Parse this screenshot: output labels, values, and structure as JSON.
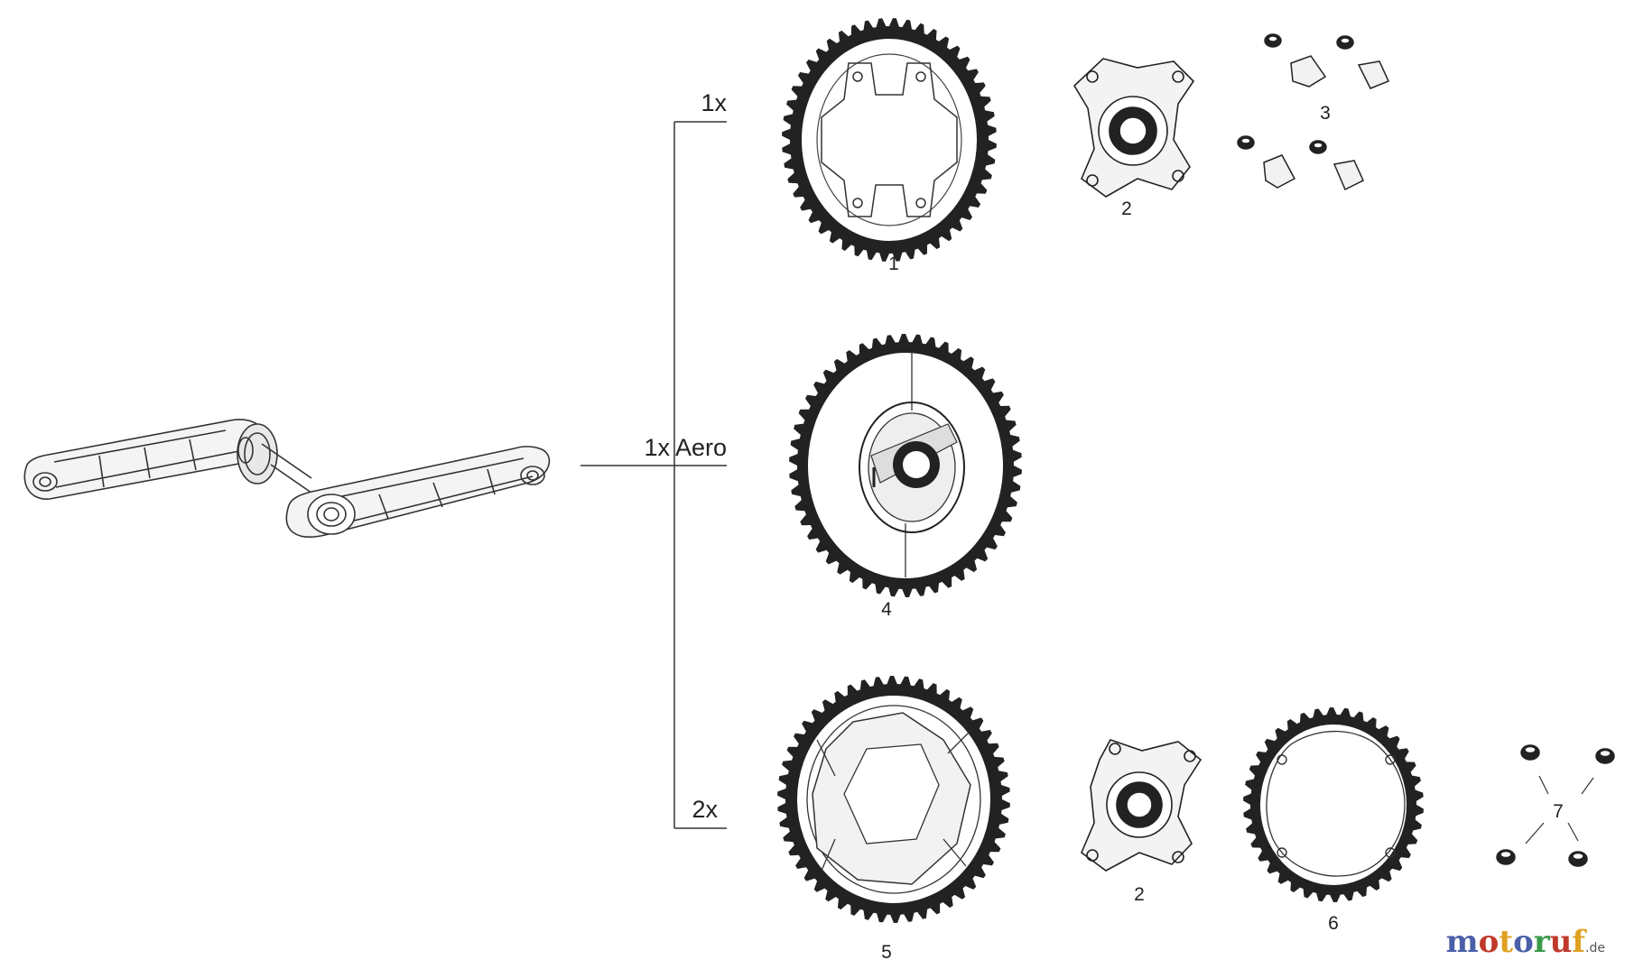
{
  "variants": {
    "v1x": "1x",
    "v1x_aero": "1x Aero",
    "v2x": "2x"
  },
  "parts": [
    {
      "id": "chainring_1x",
      "number": "1"
    },
    {
      "id": "spider_top",
      "number": "2"
    },
    {
      "id": "bolts_caps",
      "number": "3"
    },
    {
      "id": "chainring_aero",
      "number": "4"
    },
    {
      "id": "chainring_2x_outer",
      "number": "5"
    },
    {
      "id": "spider_bottom",
      "number": "2"
    },
    {
      "id": "chainring_2x_inner",
      "number": "6"
    },
    {
      "id": "bolts",
      "number": "7"
    }
  ],
  "watermark": {
    "letters": [
      {
        "ch": "m",
        "color": "#4a5fa8"
      },
      {
        "ch": "o",
        "color": "#c0392b"
      },
      {
        "ch": "t",
        "color": "#e0a020"
      },
      {
        "ch": "o",
        "color": "#4a5fa8"
      },
      {
        "ch": "r",
        "color": "#3a9a4a"
      },
      {
        "ch": "u",
        "color": "#c0392b"
      },
      {
        "ch": "f",
        "color": "#e0a020"
      }
    ],
    "tld": ".de"
  }
}
